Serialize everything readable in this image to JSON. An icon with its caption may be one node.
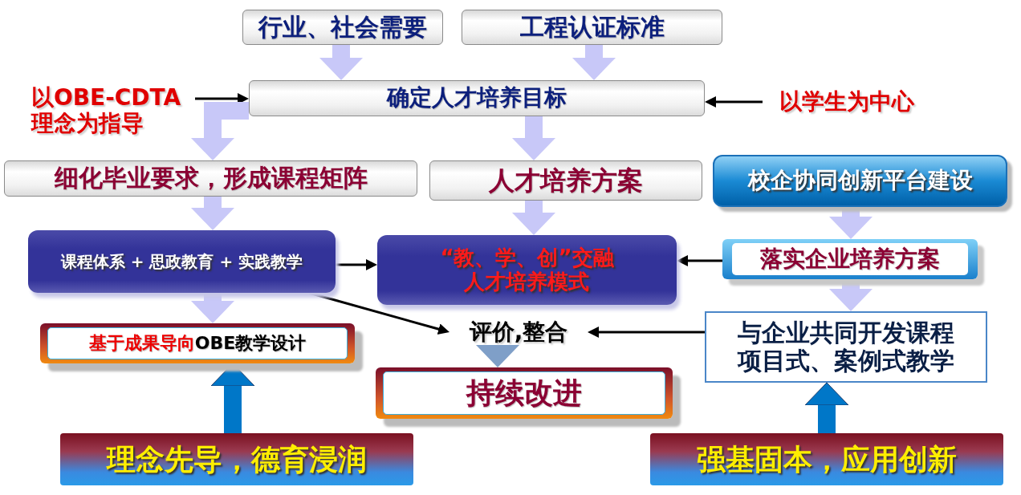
{
  "diagram": {
    "nodes": [
      {
        "text": [
          "行业、社会需要"
        ]
      },
      {
        "text": [
          "工程认证标准"
        ]
      },
      {
        "text": [
          "以OBE-CDTA理念为指导"
        ]
      },
      {
        "text": [
          "确定人才培养目标"
        ]
      },
      {
        "text": [
          "以学生为中心"
        ]
      },
      {
        "text": [
          "细化毕业要求，形成课程矩阵"
        ]
      },
      {
        "text": [
          "人才培养方案"
        ]
      },
      {
        "text": [
          "校企协同创新平台建设"
        ]
      },
      {
        "text": [
          "课程体系 + 思政教育 + 实践教学"
        ]
      },
      {
        "text": [
          "“教、学、创”交融人才培养模式"
        ]
      },
      {
        "text": [
          "落实企业培养方案"
        ]
      },
      {
        "text": [
          "基于成果导向",
          "OBE教学设计"
        ]
      },
      {
        "text": [
          "评价,整合"
        ]
      },
      {
        "text": [
          "持续改进"
        ]
      },
      {
        "text": [
          "与企业共同开发课程项目式、案例式教学"
        ]
      },
      {
        "text": [
          "理念先导，德育浸润"
        ]
      },
      {
        "text": [
          "强基固本，应用创新"
        ]
      }
    ],
    "edges": [
      {
        "from": 0,
        "to": 3,
        "arrow": "to"
      },
      {
        "from": 1,
        "to": 3,
        "arrow": "to"
      },
      {
        "from": 2,
        "to": 3,
        "arrow": "to",
        "color": "#000000"
      },
      {
        "from": 4,
        "to": 3,
        "arrow": "to",
        "color": "#000000"
      },
      {
        "from": 3,
        "to": 5,
        "arrow": "to"
      },
      {
        "from": 3,
        "to": 6,
        "arrow": "to"
      },
      {
        "from": 5,
        "to": 8,
        "arrow": "to"
      },
      {
        "from": 6,
        "to": 9,
        "arrow": "to"
      },
      {
        "from": 7,
        "to": 10,
        "arrow": "to"
      },
      {
        "from": 8,
        "to": 9,
        "arrow": "to",
        "color": "#000000"
      },
      {
        "from": 10,
        "to": 9,
        "arrow": "to",
        "color": "#000000"
      },
      {
        "from": 8,
        "to": 11,
        "arrow": "to"
      },
      {
        "from": 8,
        "to": 12,
        "arrow": "to",
        "color": "#000000"
      },
      {
        "from": 14,
        "to": 12,
        "arrow": "to",
        "color": "#000000"
      },
      {
        "from": 10,
        "to": 14,
        "arrow": "to"
      },
      {
        "from": 12,
        "to": 13,
        "arrow": "to",
        "color": "#7f9fc8"
      },
      {
        "from": 15,
        "to": 11,
        "arrow": "to",
        "color": "#0077c8"
      },
      {
        "from": 16,
        "to": 14,
        "arrow": "to",
        "color": "#0077c8"
      }
    ]
  }
}
